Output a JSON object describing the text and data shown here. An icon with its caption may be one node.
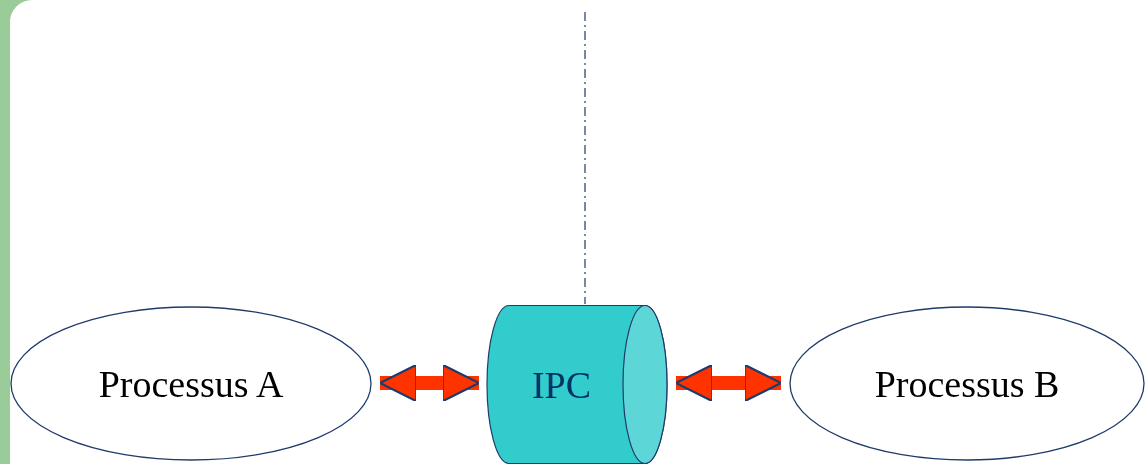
{
  "diagram": {
    "nodes": [
      {
        "text": [
          "Processus A"
        ]
      },
      {
        "text": [
          "IPC"
        ]
      },
      {
        "text": [
          "Processus B"
        ]
      }
    ],
    "edges": [
      {
        "from": 0,
        "to": 1,
        "arrow": "both"
      },
      {
        "from": 1,
        "to": 2,
        "arrow": "both"
      }
    ]
  }
}
